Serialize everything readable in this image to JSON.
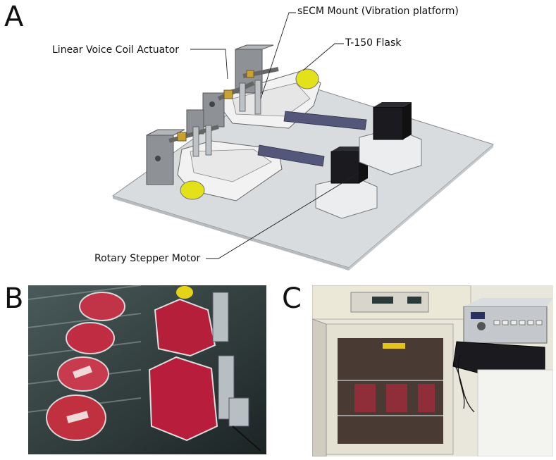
{
  "panels": {
    "a": {
      "label": "A"
    },
    "b": {
      "label": "B"
    },
    "c": {
      "label": "C"
    }
  },
  "callouts": {
    "secm_mount": "sECM Mount (Vibration platform)",
    "t150_flask": "T-150 Flask",
    "voice_coil": "Linear Voice Coil Actuator",
    "stepper_motor": "Rotary Stepper Motor"
  },
  "colors": {
    "base_plate": "#d9dcdf",
    "flask_cap": "#e3e21a",
    "media_red": "#c8243c",
    "motor_black": "#1b1b1f",
    "incubator_cream": "#ece8d8"
  }
}
